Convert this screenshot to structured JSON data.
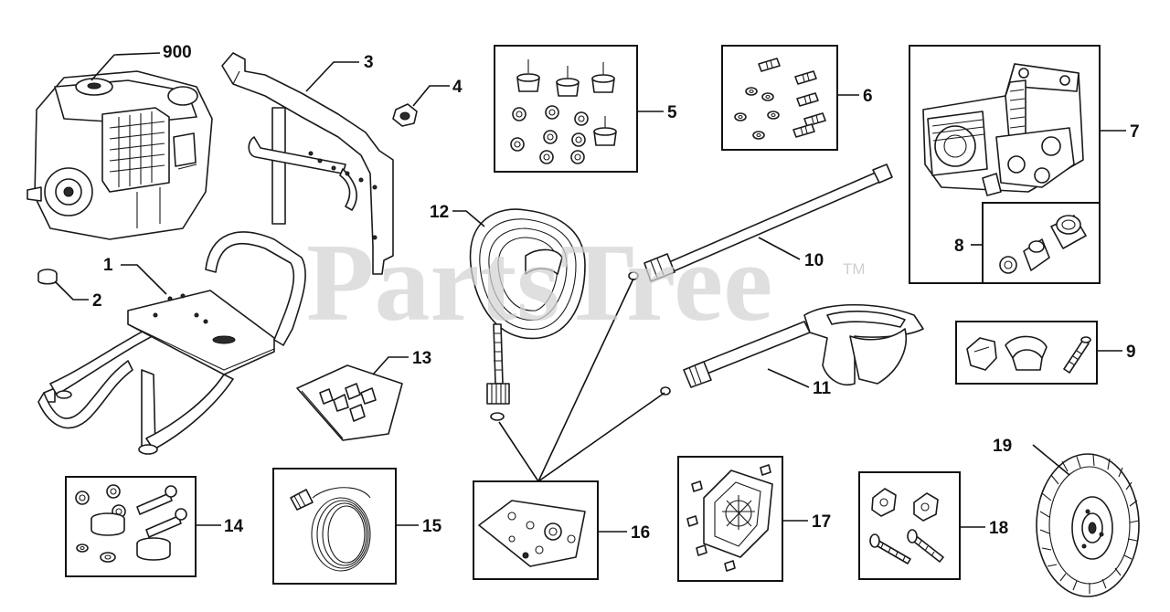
{
  "watermark": {
    "text": "PartsTree",
    "trademark": "TM"
  },
  "callouts": [
    {
      "id": "900",
      "label": "900"
    },
    {
      "id": "1",
      "label": "1"
    },
    {
      "id": "2",
      "label": "2"
    },
    {
      "id": "3",
      "label": "3"
    },
    {
      "id": "4",
      "label": "4"
    },
    {
      "id": "5",
      "label": "5"
    },
    {
      "id": "6",
      "label": "6"
    },
    {
      "id": "7",
      "label": "7"
    },
    {
      "id": "8",
      "label": "8"
    },
    {
      "id": "9",
      "label": "9"
    },
    {
      "id": "10",
      "label": "10"
    },
    {
      "id": "11",
      "label": "11"
    },
    {
      "id": "12",
      "label": "12"
    },
    {
      "id": "13",
      "label": "13"
    },
    {
      "id": "14",
      "label": "14"
    },
    {
      "id": "15",
      "label": "15"
    },
    {
      "id": "16",
      "label": "16"
    },
    {
      "id": "17",
      "label": "17"
    },
    {
      "id": "18",
      "label": "18"
    },
    {
      "id": "19",
      "label": "19"
    }
  ]
}
